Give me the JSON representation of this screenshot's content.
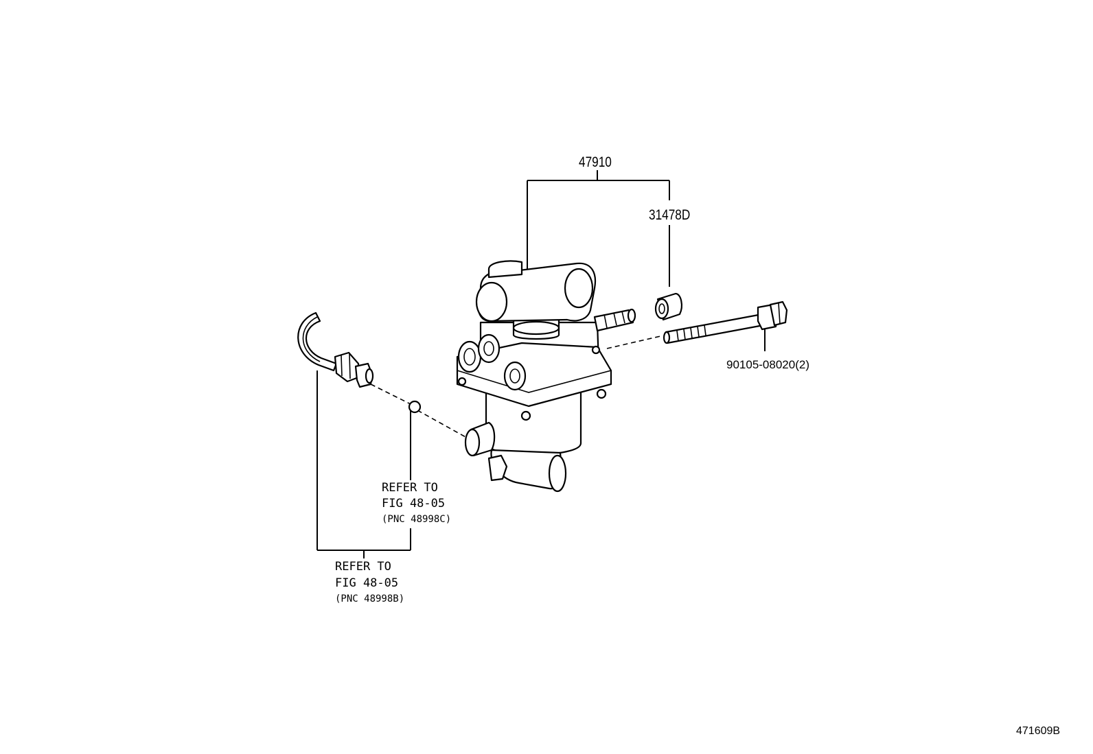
{
  "diagram": {
    "callouts": {
      "main_part": "47910",
      "sub_part": "31478D",
      "bolt": "90105-08020(2)"
    },
    "refer_upper": {
      "line1": "REFER TO",
      "line2": "FIG 48-05",
      "line3": "(PNC 48998C)"
    },
    "refer_lower": {
      "line1": "REFER TO",
      "line2": "FIG 48-05",
      "line3": "(PNC 48998B)"
    },
    "drawing_code": "471609B"
  }
}
